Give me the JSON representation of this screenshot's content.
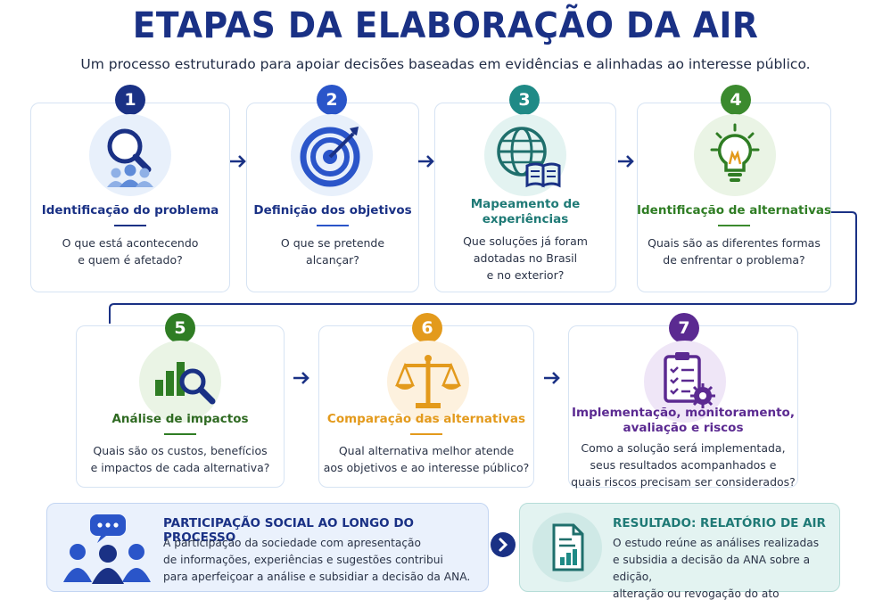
{
  "header": {
    "title": "ETAPAS DA ELABORAÇÃO DA AIR",
    "subtitle": "Um processo estruturado para apoiar decisões baseadas em evidências e alinhadas ao interesse público."
  },
  "steps": [
    {
      "number": "1",
      "title": [
        "Identificação do problema"
      ],
      "desc": [
        "O que está acontecendo",
        "e quem é afetado?"
      ],
      "color": "#1a3185",
      "icon": "magnifier-people-icon"
    },
    {
      "number": "2",
      "title": [
        "Definição dos objetivos"
      ],
      "desc": [
        "O que se pretende",
        "alcançar?"
      ],
      "color": "#2a55c9",
      "icon": "target-icon"
    },
    {
      "number": "3",
      "title": [
        "Mapeamento de",
        "experiências"
      ],
      "desc": [
        "Que soluções já foram",
        "adotadas no Brasil",
        "e no exterior?"
      ],
      "color": "#1f8a86",
      "icon": "globe-book-icon"
    },
    {
      "number": "4",
      "title": [
        "Identificação de alternativas"
      ],
      "desc": [
        "Quais são as diferentes formas",
        "de enfrentar o problema?"
      ],
      "color": "#3b8a2e",
      "icon": "lightbulb-icon"
    },
    {
      "number": "5",
      "title": [
        "Análise de impactos"
      ],
      "desc": [
        "Quais são os custos, benefícios",
        "e impactos de cada alternativa?"
      ],
      "color": "#2f7d24",
      "icon": "chart-magnifier-icon"
    },
    {
      "number": "6",
      "title": [
        "Comparação das alternativas"
      ],
      "desc": [
        "Qual alternativa melhor atende",
        "aos objetivos e ao interesse público?"
      ],
      "color": "#e39a1c",
      "icon": "scales-icon"
    },
    {
      "number": "7",
      "title": [
        "Implementação, monitoramento,",
        "avaliação e riscos"
      ],
      "desc": [
        "Como a solução será implementada,",
        "seus resultados acompanhados e",
        "quais riscos precisam ser considerados?"
      ],
      "color": "#5b2a91",
      "icon": "clipboard-gear-icon"
    }
  ],
  "participation": {
    "title": "PARTICIPAÇÃO SOCIAL AO LONGO DO PROCESSO",
    "text": [
      "A participação da sociedade com apresentação",
      "de informações, experiências e sugestões contribui",
      "para aperfeiçoar a análise e subsidiar a decisão da ANA."
    ],
    "icon": "people-chat-icon"
  },
  "result": {
    "title": "RESULTADO: RELATÓRIO DE AIR",
    "text": [
      "O estudo reúne as análises realizadas",
      "e subsidia a decisão da ANA sobre a edição,",
      "alteração ou revogação do ato normativo."
    ],
    "icon": "report-icon"
  },
  "colors": {
    "navy": "#1a3185",
    "teal": "#1f8a86",
    "connector": "#1a3185"
  }
}
